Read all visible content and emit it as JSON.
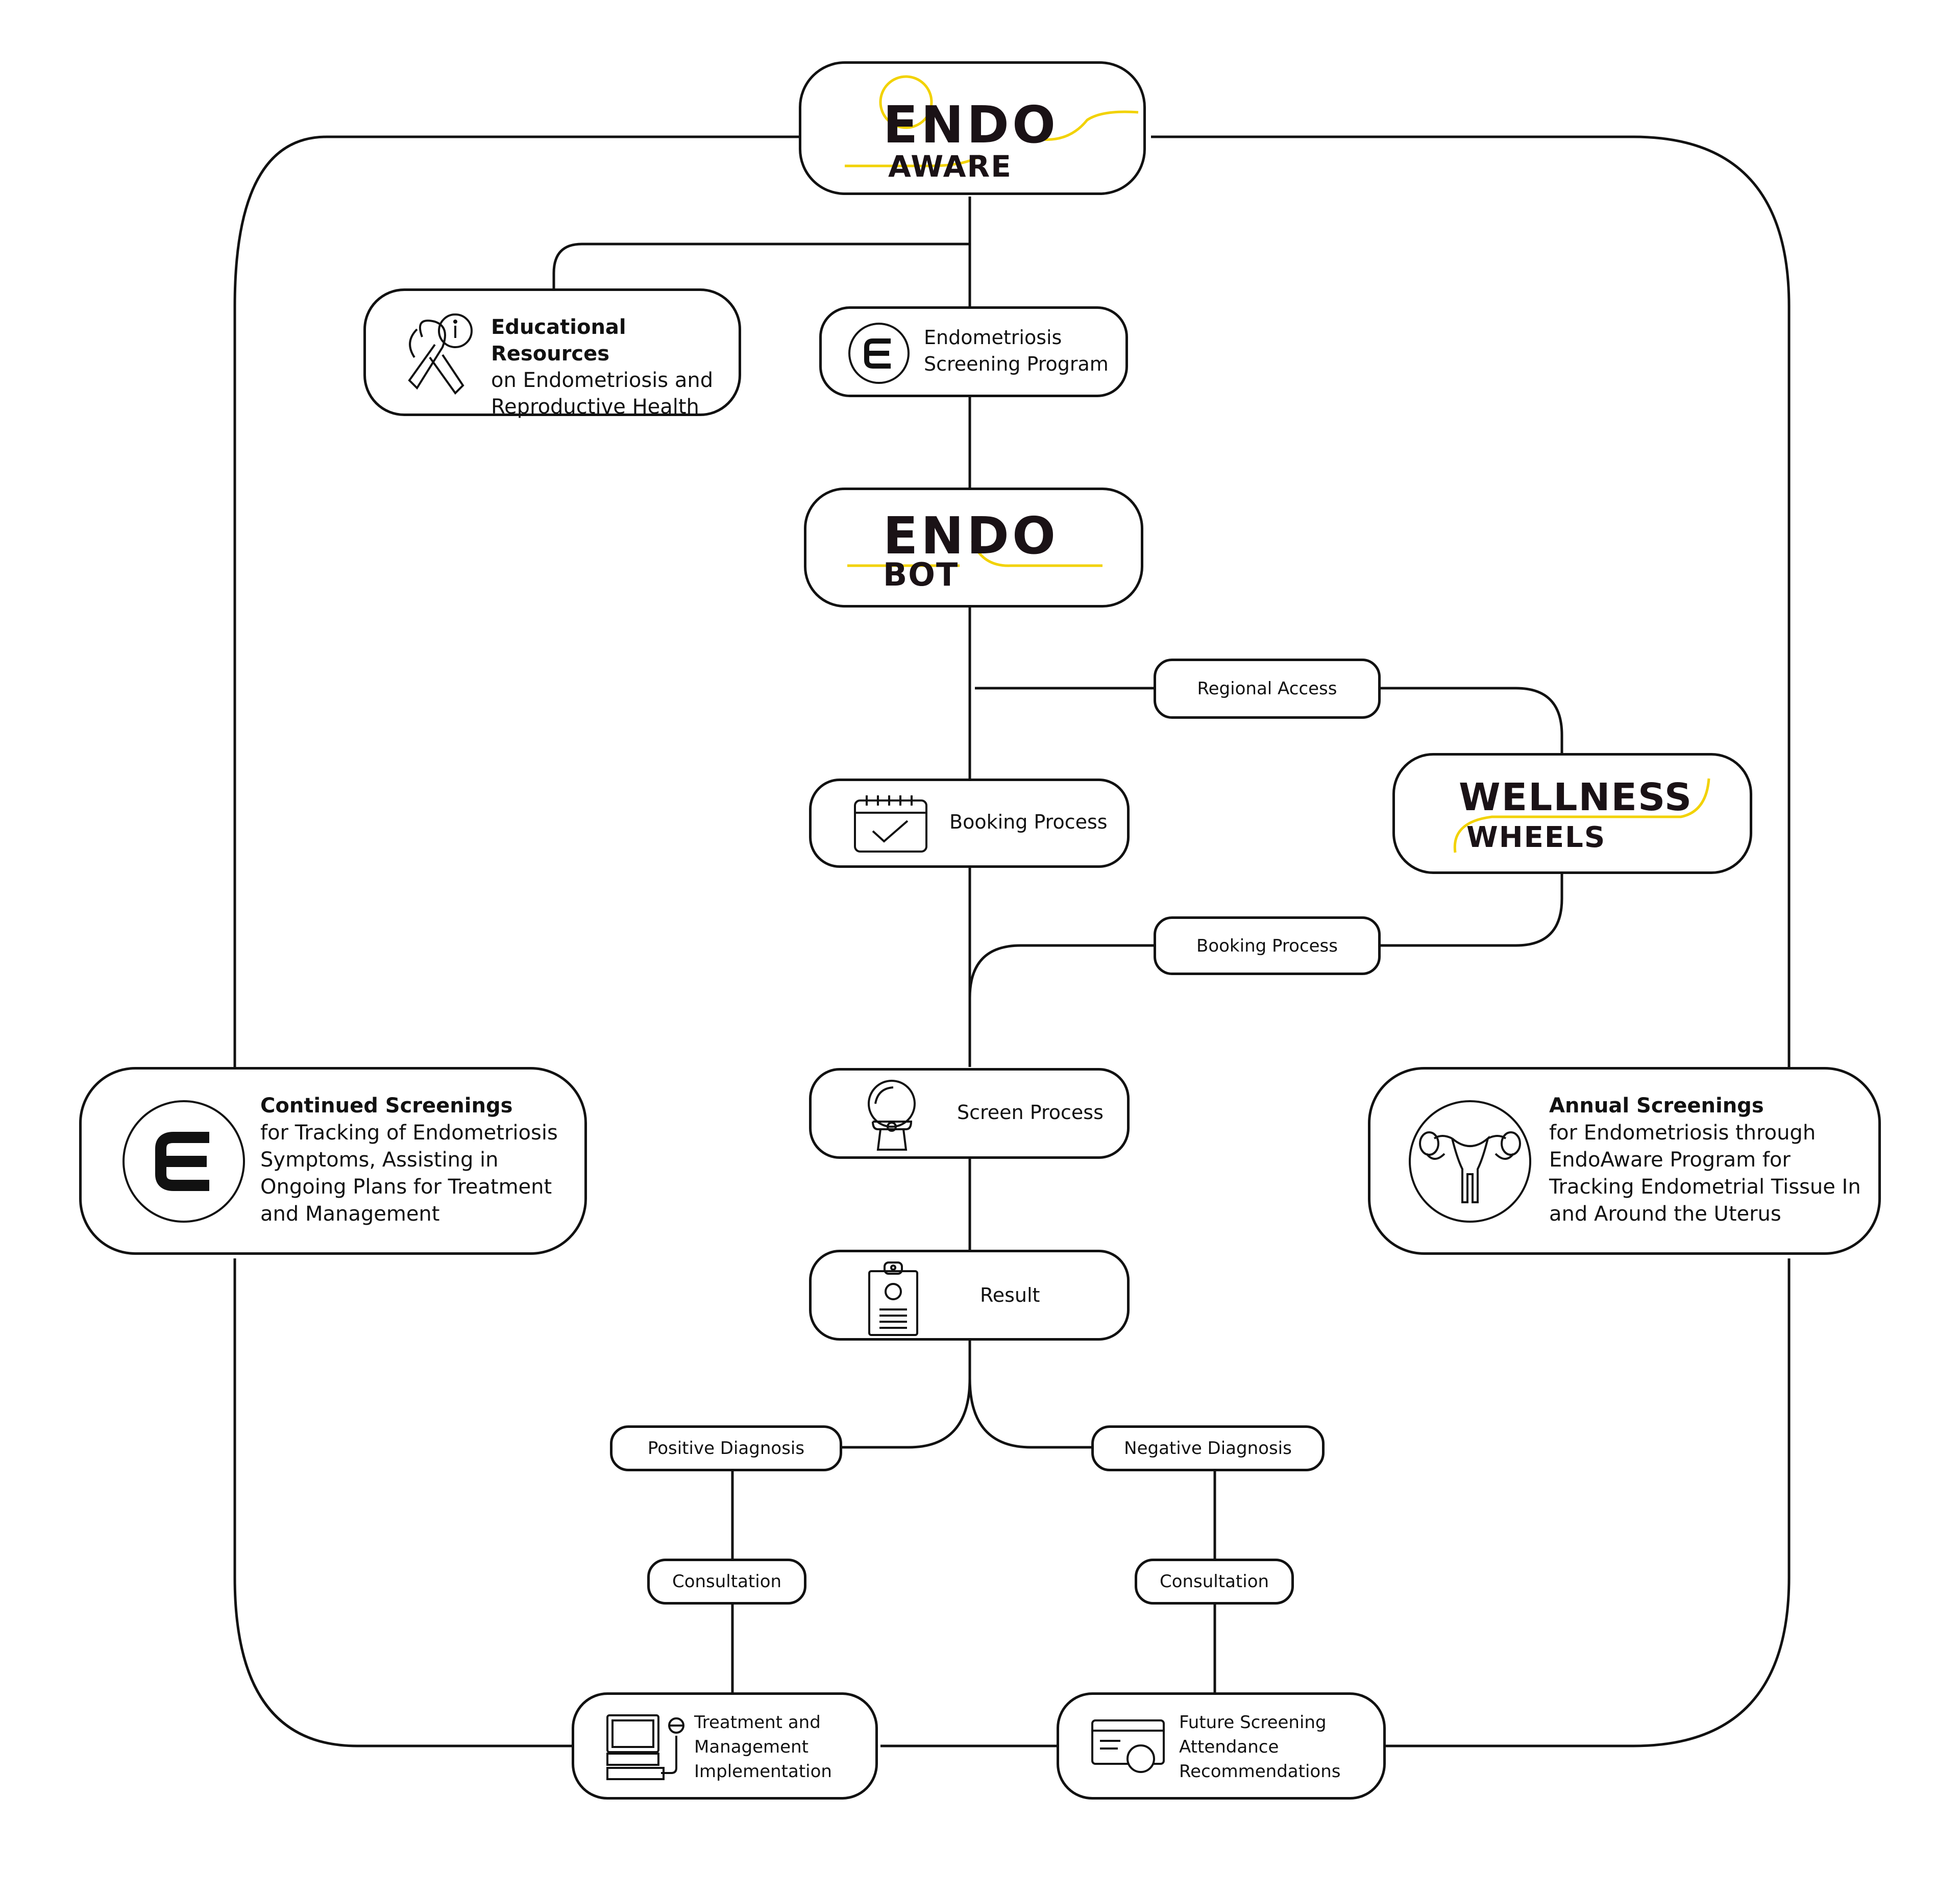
{
  "brand": {
    "endoaware": {
      "line1": "ENDO",
      "line2": "AWARE"
    },
    "endobot": {
      "line1": "ENDO",
      "line2": "BOT"
    },
    "wellness": {
      "line1": "WELLNESS",
      "line2": "WHEELS"
    }
  },
  "nodes": {
    "educational": {
      "title": "Educational Resources",
      "line1": "on Endometriosis and",
      "line2": "Reproductive Health"
    },
    "screening_program": {
      "line1": "Endometriosis",
      "line2": "Screening Program"
    },
    "booking": {
      "label": "Booking Process"
    },
    "screen": {
      "label": "Screen Process"
    },
    "result": {
      "label": "Result"
    },
    "continued": {
      "title": "Continued Screenings",
      "line1": "for Tracking of Endometriosis",
      "line2": "Symptoms, Assisting in",
      "line3": "Ongoing Plans for Treatment",
      "line4": "and Management"
    },
    "annual": {
      "title": "Annual Screenings",
      "line1": "for Endometriosis through",
      "line2": "EndoAware Program for",
      "line3": "Tracking Endometrial Tissue In",
      "line4": "and Around the Uterus"
    },
    "treatment": {
      "line1": "Treatment and",
      "line2": "Management",
      "line3": "Implementation"
    },
    "future": {
      "line1": "Future Screening",
      "line2": "Attendance",
      "line3": "Recommendations"
    }
  },
  "pills": {
    "regional_access": "Regional Access",
    "booking_process": "Booking Process",
    "positive": "Positive Diagnosis",
    "negative": "Negative Diagnosis",
    "consult_left": "Consultation",
    "consult_right": "Consultation"
  },
  "colors": {
    "line": "#111111",
    "accent": "#f2d200",
    "logo": "#1a1216"
  },
  "icons": [
    "ribbon-info-icon",
    "endo-e-icon",
    "calendar-check-icon",
    "scanner-icon",
    "clipboard-result-icon",
    "uterus-icon",
    "computer-mic-icon",
    "screening-card-icon"
  ]
}
